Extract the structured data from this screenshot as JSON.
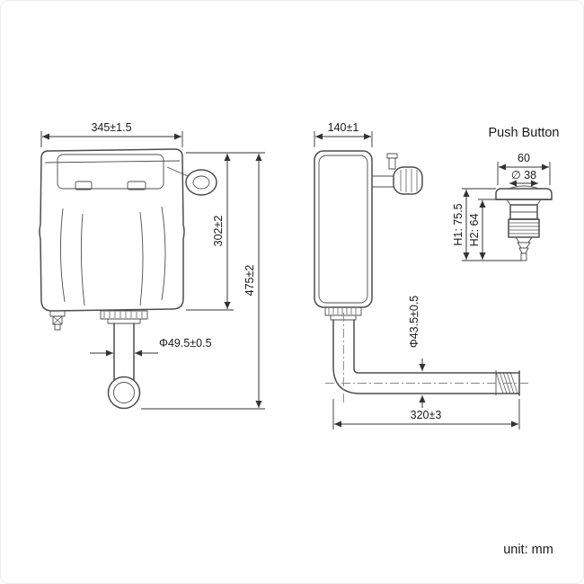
{
  "front_view": {
    "width_label": "345±1.5",
    "inner_height_label": "302±2",
    "total_height_label": "475±2",
    "outlet_diameter_label": "Φ49.5±0.5"
  },
  "side_view": {
    "depth_label": "140±1",
    "pipe_diameter_label": "Φ43.5±0.5",
    "pipe_length_label": "320±3"
  },
  "push_button": {
    "title": "Push Button",
    "width_label": "60",
    "diameter_label": "∅ 38",
    "h1_label": "H1: 75.5",
    "h2_label": "H2: 64"
  },
  "footer": {
    "unit_label": "unit: mm"
  },
  "colors": {
    "line": "#4d4d4d",
    "dimension": "#333333",
    "background": "#ffffff"
  }
}
